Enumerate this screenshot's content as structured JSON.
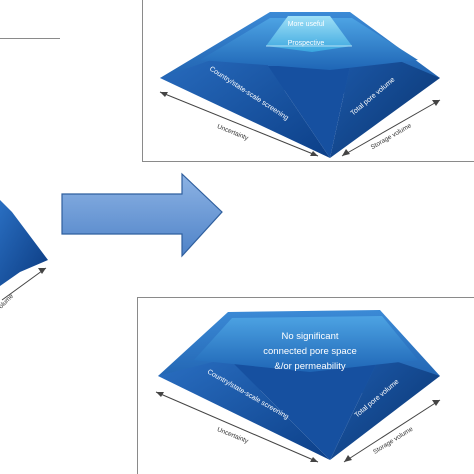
{
  "colors": {
    "pyramid_dark": "#0b3f86",
    "pyramid_mid": "#1a5fb0",
    "pyramid_light": "#3a86d2",
    "top_light": "#6ab8ea",
    "arrow_fill": "#6a97d3",
    "arrow_stroke": "#2f5f9e",
    "frame": "#8a8a8a",
    "annot_text": "#333333"
  },
  "top_pyramid": {
    "peak_label": "More useful",
    "upper_label": "Prospective",
    "left_face_label": "Country/state-scale screening",
    "right_face_label": "Total pore volume",
    "left_arrow_label": "Uncertainty",
    "right_arrow_label": "Storage volume"
  },
  "bottom_pyramid": {
    "top_label_lines": [
      "No significant",
      "connected pore space",
      "&/or permeability"
    ],
    "left_face_label": "Country/state-scale screening",
    "right_face_label": "Total pore volume",
    "left_arrow_label": "Uncertainty",
    "right_arrow_label": "Storage volume"
  },
  "left_fragment": {
    "arrow_label": "Volume"
  },
  "icons": {
    "flow_arrow": "right-arrow-icon"
  }
}
